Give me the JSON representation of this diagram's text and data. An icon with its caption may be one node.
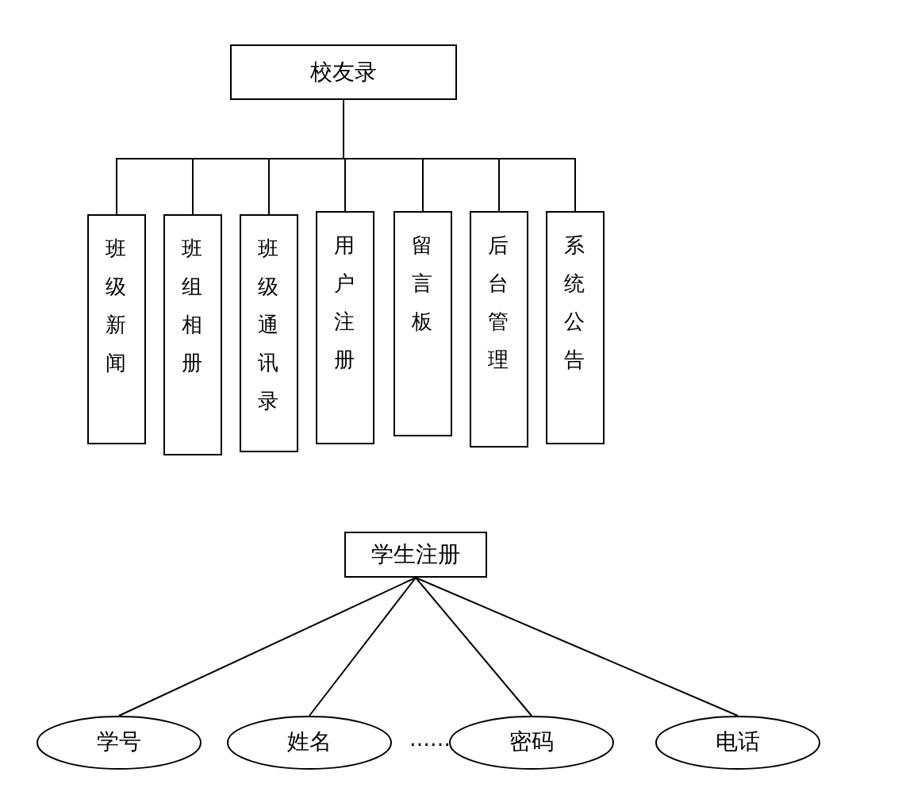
{
  "diagram": {
    "nodes": [
      {
        "text": [
          "校友录"
        ]
      },
      {
        "text": [
          "班级新闻"
        ]
      },
      {
        "text": [
          "班组相册"
        ]
      },
      {
        "text": [
          "班级通讯录"
        ]
      },
      {
        "text": [
          "用户注册"
        ]
      },
      {
        "text": [
          "留言板"
        ]
      },
      {
        "text": [
          "后台管理"
        ]
      },
      {
        "text": [
          "系统公告"
        ]
      },
      {
        "text": [
          "学生注册"
        ]
      },
      {
        "text": [
          "学号"
        ]
      },
      {
        "text": [
          "姓名"
        ]
      },
      {
        "text": [
          "密码"
        ]
      },
      {
        "text": [
          "电话"
        ]
      }
    ],
    "edges": [
      {
        "from": 0,
        "to": 1,
        "arrow": "none"
      },
      {
        "from": 0,
        "to": 2,
        "arrow": "none"
      },
      {
        "from": 0,
        "to": 3,
        "arrow": "none"
      },
      {
        "from": 0,
        "to": 4,
        "arrow": "none"
      },
      {
        "from": 0,
        "to": 5,
        "arrow": "none"
      },
      {
        "from": 0,
        "to": 6,
        "arrow": "none"
      },
      {
        "from": 0,
        "to": 7,
        "arrow": "none"
      },
      {
        "from": 8,
        "to": 9,
        "arrow": "none"
      },
      {
        "from": 8,
        "to": 10,
        "arrow": "none"
      },
      {
        "from": 8,
        "to": 11,
        "arrow": "none"
      },
      {
        "from": 8,
        "to": 12,
        "arrow": "none"
      }
    ],
    "labels": [
      "……"
    ]
  }
}
